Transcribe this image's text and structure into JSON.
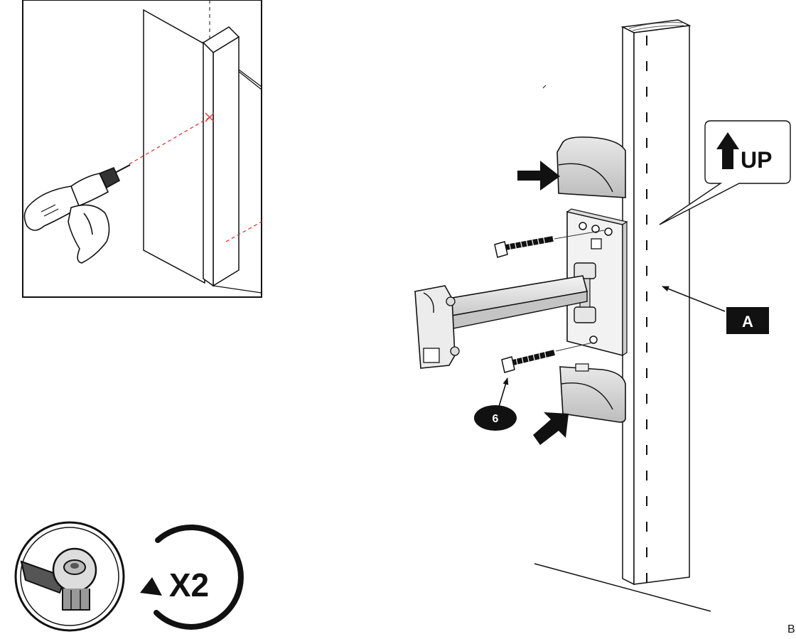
{
  "callouts": {
    "up_label": "UP",
    "label_a": "A",
    "part_number": "6",
    "repeat_count": "X2",
    "page_marker": "B"
  },
  "icons": {
    "drill_step": "drill-icon",
    "socket_tool": "socket-wrench-icon",
    "repeat": "rotate-arrow-icon",
    "direction": "up-arrow-icon"
  },
  "colors": {
    "ink": "#111111",
    "cover_gray": "#d6d6d6",
    "drill_line": "#e23a3a",
    "badge_fill": "#111111",
    "badge_text": "#ffffff"
  }
}
